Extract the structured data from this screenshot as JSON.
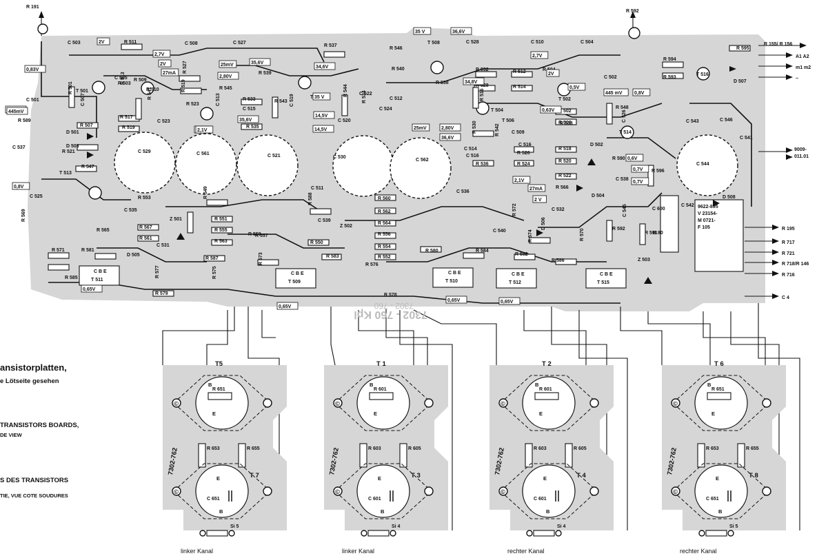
{
  "main_board": {
    "components": [
      "R 191",
      "C 503",
      "R 511",
      "C 508",
      "C 527",
      "R 537",
      "R 546",
      "T 508",
      "C 528",
      "C 510",
      "C 504",
      "C 502",
      "R 592",
      "T 516",
      "R 595",
      "R 594",
      "R 593",
      "D 507",
      "T 501",
      "C 505",
      "R 509",
      "R 503",
      "R 513",
      "R 527",
      "R 519",
      "R 545",
      "R 539",
      "T 507",
      "R 540",
      "R 532",
      "R 538",
      "R 528",
      "R 512",
      "R 514",
      "R 504",
      "C 501",
      "R 501",
      "C 507",
      "R 507",
      "R 517",
      "R 541",
      "R 510",
      "R 533",
      "C 515",
      "R 543",
      "C 519",
      "C 522",
      "C 512",
      "C 524",
      "R 544",
      "R 534",
      "R 516",
      "T 504",
      "T 502",
      "T 506",
      "R 502",
      "R 506",
      "R 548",
      "C 526",
      "C 543",
      "C 546",
      "R 589",
      "D 501",
      "R 519",
      "C 523",
      "R 523",
      "C 513",
      "R 535",
      "C 520",
      "R 530",
      "R 542",
      "C 514",
      "C 509",
      "C 516",
      "R 508",
      "T 514",
      "C 541",
      "C 537",
      "R 521",
      "D 503",
      "R 547",
      "T 513",
      "C 529",
      "C 561",
      "C 521",
      "C 530",
      "C 562",
      "C 516",
      "R 536",
      "R 526",
      "R 524",
      "R 518",
      "R 520",
      "R 522",
      "R 590",
      "C 538",
      "R 596",
      "C 544",
      "D 502",
      "C 525",
      "C 511",
      "C 536",
      "R 566",
      "D 504",
      "D 508",
      "R 553",
      "R 549",
      "R 588",
      "R 560",
      "R 562",
      "R 564",
      "R 556",
      "R 554",
      "R 552",
      "R 550",
      "R 551",
      "R 555",
      "R 563",
      "R 567",
      "R 561",
      "Z 501",
      "R 558",
      "C 539",
      "Z 502",
      "C 532",
      "R 572",
      "D 506",
      "R 574",
      "R 570",
      "C 545",
      "R 591",
      "B 80",
      "C 600",
      "C 542",
      "R 569",
      "R 565",
      "C 535",
      "R 571",
      "R 581",
      "D 505",
      "R 577",
      "R 573",
      "R 557",
      "C 531",
      "R 587",
      "R 575",
      "R 579",
      "R 576",
      "R 578",
      "R 580",
      "R 584",
      "R 582",
      "R 586",
      "R 583",
      "C 540",
      "R 585",
      "Z 503",
      "R 592"
    ],
    "transistors": [
      "T 511",
      "T 509",
      "T 510",
      "T 512",
      "T 515"
    ],
    "voltages": [
      "0,83V",
      "2V",
      "2,7V",
      "2V",
      "27mA",
      "25mV",
      "2,80V",
      "35,6V",
      "34,6V",
      "35 V",
      "36,6V",
      "34,8V",
      "2,7V",
      "2V",
      "0,5V",
      "0,63V",
      "0,8V",
      "445mV",
      "2,1V",
      "35,6V",
      "25mV",
      "14,5V",
      "14,5V",
      "36,6V",
      "2,80V",
      "2,1V",
      "27mA",
      "2 V",
      "0,6V",
      "0,7V",
      "0,7V",
      "0,8V",
      "0,65V",
      "0,65V",
      "0,65V",
      "0,65V",
      "445 mV",
      "445mV",
      "35 V",
      "2,1V"
    ],
    "connectors": [
      "R 155/ R 156",
      "A1 A2",
      "m1 m2",
      "~",
      "9009-011.01",
      "R 195",
      "R 717",
      "R 721",
      "R 718/R 146",
      "R 716",
      "C 4"
    ],
    "ic_text": "9622-895\nV 23154-\nM 0721-\nF 105",
    "stamp": "7302 - 760 Kpl",
    "stamp2": "7302 - 760"
  },
  "caption": {
    "de_line1": "ansistorplatten,",
    "de_line2": "e Lötseite gesehen",
    "en_line1": "TRANSISTORS BOARDS,",
    "en_line2": "DE VIEW",
    "fr_line1": "S DES TRANSISTORS",
    "fr_line2": "TIE, VUE COTE SOUDURES"
  },
  "boards": [
    {
      "top": "T5",
      "res": "R 651",
      "r_left": "R 653",
      "r_right": "R 655",
      "bottom": "T 7",
      "cap": "C 651",
      "fuse": "Si 5",
      "label": "linker Kanal",
      "vert": "7302-762"
    },
    {
      "top": "T 1",
      "res": "R 601",
      "r_left": "R 603",
      "r_right": "R 605",
      "bottom": "T 3",
      "cap": "C 601",
      "fuse": "Si 4",
      "label": "linker Kanal",
      "vert": "7302-762"
    },
    {
      "top": "T 2",
      "res": "R 601",
      "r_left": "R 603",
      "r_right": "R 605",
      "bottom": "T 4",
      "cap": "C 601",
      "fuse": "Si 4",
      "label": "rechter Kanal",
      "vert": "7302-762"
    },
    {
      "top": "T 6",
      "res": "R 651",
      "r_left": "R 653",
      "r_right": "R 655",
      "bottom": "T 8",
      "cap": "C 651",
      "fuse": "Si 5",
      "label": "rechter Kanal",
      "vert": "7302-762"
    }
  ],
  "pin_labels": {
    "b": "B",
    "e": "E",
    "c": "C",
    "copyright": "©"
  }
}
